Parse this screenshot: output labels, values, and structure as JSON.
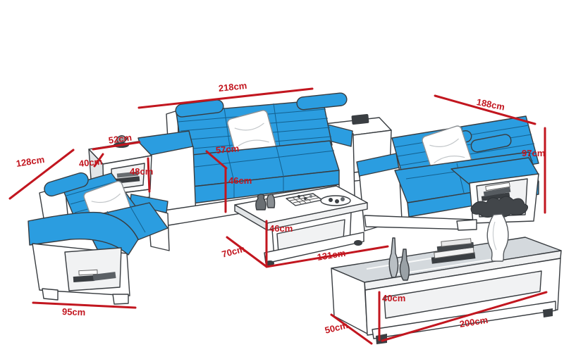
{
  "colors": {
    "dimension_red": "#c2161f",
    "upholstery_blue": "#2b9de0",
    "sketch_outline": "#383c40"
  },
  "furniture": {
    "three_seat_sofa": {
      "width": "218cm",
      "seat_depth": "57cm",
      "seat_height": "46cm"
    },
    "loveseat": {
      "width": "188cm",
      "height": "97cm"
    },
    "armchair": {
      "diagonal": "128cm",
      "width": "95cm"
    },
    "side_table": {
      "width": "52cm",
      "depth": "40cm",
      "height": "48cm"
    },
    "coffee_table": {
      "length": "131cm",
      "depth": "70cm",
      "height": "46cm"
    },
    "tv_stand": {
      "length": "200cm",
      "depth": "50cm",
      "height": "40cm"
    }
  }
}
